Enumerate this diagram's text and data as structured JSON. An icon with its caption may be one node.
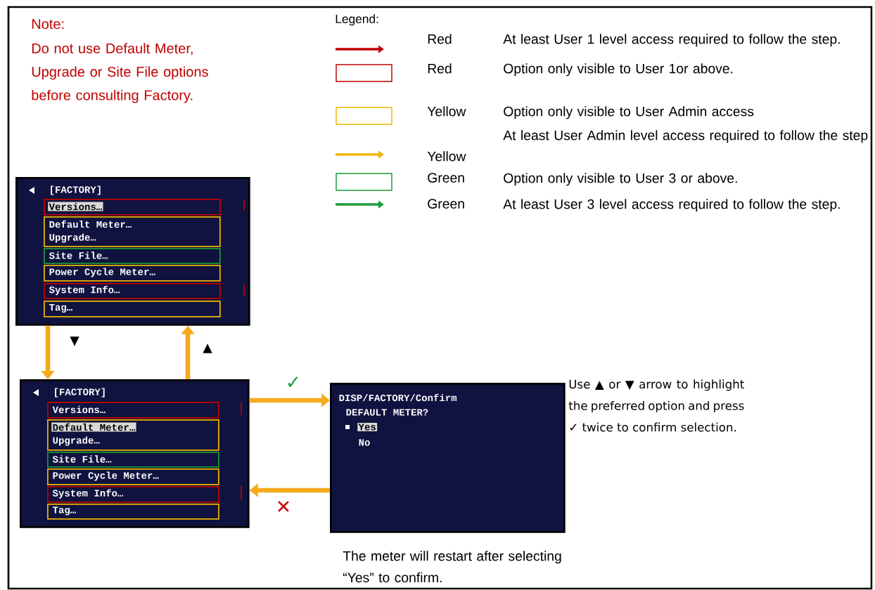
{
  "diagram": {
    "nodes": [
      {
        "text": [
          "[FACTORY]"
        ]
      },
      {
        "text": [
          "Versions…"
        ],
        "in": 0
      },
      {
        "text": [
          "Default Meter…",
          "Upgrade…"
        ],
        "in": 0
      },
      {
        "text": [
          "Site File…"
        ],
        "in": 0
      },
      {
        "text": [
          "Power Cycle Meter…"
        ],
        "in": 0
      },
      {
        "text": [
          "System Info…"
        ],
        "in": 0
      },
      {
        "text": [
          "Tag…"
        ],
        "in": 0
      },
      {
        "text": [
          "[FACTORY]"
        ]
      },
      {
        "text": [
          "Versions…"
        ],
        "in": 7
      },
      {
        "text": [
          "Default Meter…",
          "Upgrade…"
        ],
        "in": 7
      },
      {
        "text": [
          "Site File…"
        ],
        "in": 7
      },
      {
        "text": [
          "Power Cycle Meter…"
        ],
        "in": 7
      },
      {
        "text": [
          "System Info…"
        ],
        "in": 7
      },
      {
        "text": [
          "Tag…"
        ],
        "in": 7
      },
      {
        "text": [
          "DISP/FACTORY/Confirm",
          "DEFAULT METER?",
          "Yes",
          "No"
        ],
        "beside": [
          "Use ▲ or ▼ arrow to highlight the preferred option and press ✓ twice to confirm selection."
        ]
      }
    ],
    "edges": [
      {
        "from": 0,
        "to": 7,
        "arrow": "to",
        "label": "▼"
      },
      {
        "from": 7,
        "to": 0,
        "arrow": "to",
        "label": "▲"
      },
      {
        "from": 7,
        "to": 14,
        "arrow": "to",
        "label": "✓"
      },
      {
        "from": 14,
        "to": 7,
        "arrow": "to",
        "label": "✕"
      }
    ],
    "labels": [
      "Note:",
      "Do not use Default Meter, Upgrade or Site File options before consulting Factory.",
      "Legend:",
      "Red",
      "Red",
      "Yellow",
      "Yellow",
      "Green",
      "Green",
      "The meter will restart after selecting “Yes” to confirm."
    ],
    "legend": [
      {
        "text": "At least User 1 level access required to follow the step."
      },
      {
        "text": "Option only visible to User 1or above."
      },
      {
        "text": "Option only visible to User Admin access"
      },
      {
        "text": "At least User Admin level access required to follow the step"
      },
      {
        "text": "Option only visible to User 3 or above."
      },
      {
        "text": "At least User 3 level access required to follow the step."
      }
    ]
  }
}
